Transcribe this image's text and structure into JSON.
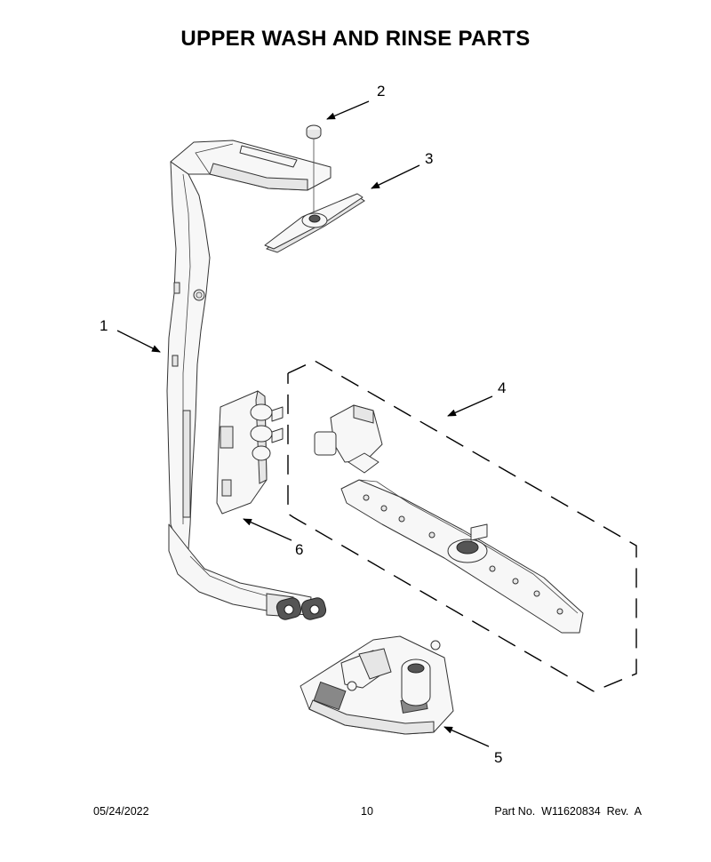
{
  "page": {
    "title": "UPPER WASH AND RINSE PARTS"
  },
  "callouts": [
    {
      "number": "1"
    },
    {
      "number": "2"
    },
    {
      "number": "3"
    },
    {
      "number": "4"
    },
    {
      "number": "5"
    },
    {
      "number": "6"
    }
  ],
  "footer": {
    "date": "05/24/2022",
    "page_number": "10",
    "part_info": "Part No.  W11620834  Rev.  A"
  }
}
